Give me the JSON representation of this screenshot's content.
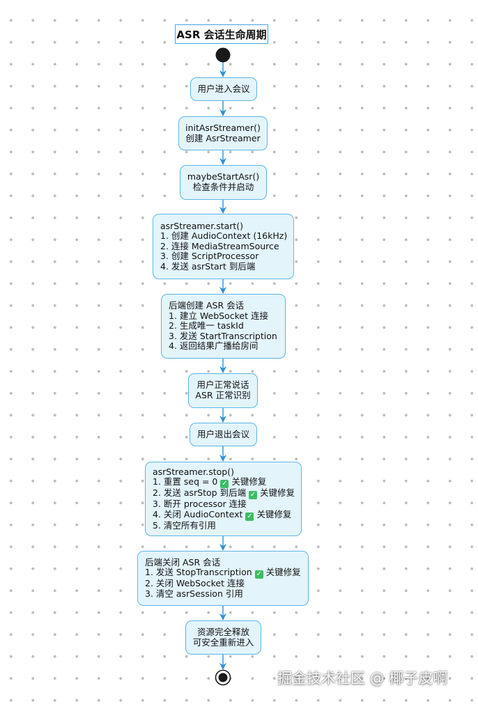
{
  "title": "ASR 会话生命周期",
  "colors": {
    "node_fill": "#e3f4fb",
    "node_border": "#5cb6e6",
    "arrow": "#2d90d9",
    "check_badge": "#3dbb63"
  },
  "nodes": [
    {
      "lines": [
        "用户进入会议"
      ]
    },
    {
      "lines": [
        "initAsrStreamer()",
        "创建 AsrStreamer"
      ]
    },
    {
      "lines": [
        "maybeStartAsr()",
        "检查条件并启动"
      ]
    },
    {
      "lines": [
        "asrStreamer.start()",
        "1. 创建 AudioContext (16kHz)",
        "2. 连接 MediaStreamSource",
        "3. 创建 ScriptProcessor",
        "4. 发送 asrStart 到后端"
      ]
    },
    {
      "lines": [
        "后端创建 ASR 会话",
        "1. 建立 WebSocket 连接",
        "2. 生成唯一 taskId",
        "3. 发送 StartTranscription",
        "4. 返回结果广播给房间"
      ]
    },
    {
      "lines": [
        "用户正常说话",
        "ASR 正常识别"
      ]
    },
    {
      "lines": [
        "用户退出会议"
      ]
    },
    {
      "lines": [
        "asrStreamer.stop()",
        "1. 重置 seq = 0 ✅ 关键修复",
        "2. 发送 asrStop 到后端 ✅ 关键修复",
        "3. 断开 processor 连接",
        "4. 关闭 AudioContext ✅ 关键修复",
        "5. 清空所有引用"
      ]
    },
    {
      "lines": [
        "后端关闭 ASR 会话",
        "1. 发送 StopTranscription ✅ 关键修复",
        "2. 关闭 WebSocket 连接",
        "3. 清空 asrSession 引用"
      ]
    },
    {
      "lines": [
        "资源完全释放",
        "可安全重新进入"
      ]
    }
  ],
  "watermark": "掘金技术社区 @ 椰子皮啊"
}
